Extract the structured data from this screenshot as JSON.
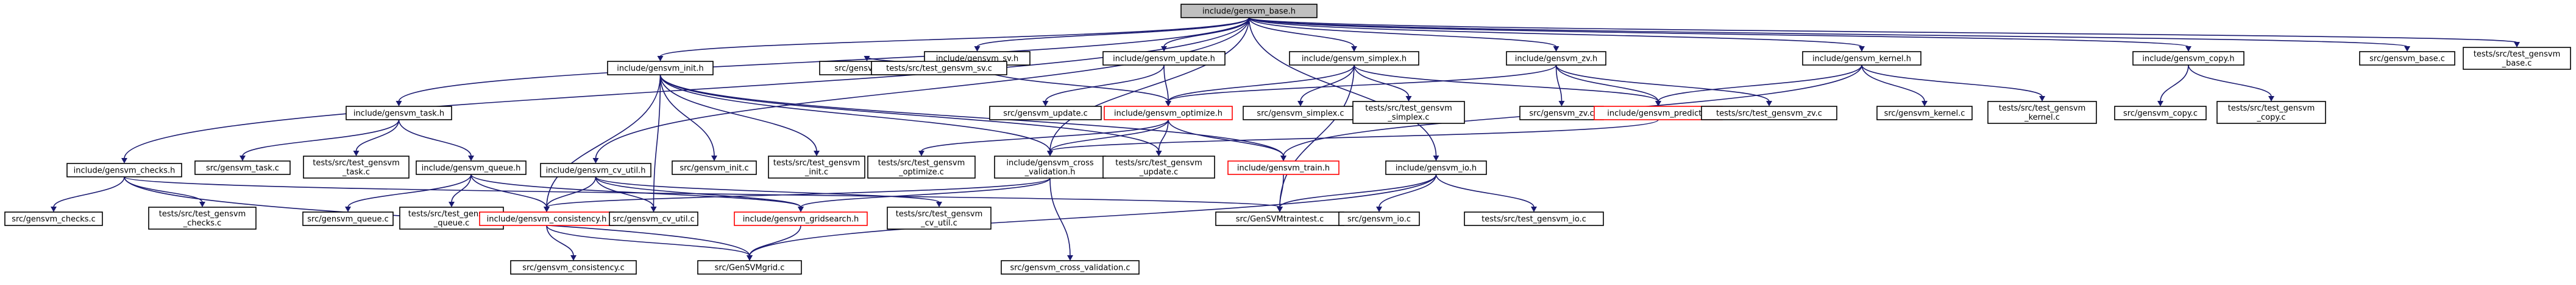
{
  "graph": {
    "edge_color": "#191970",
    "root_fill": "#bfbfbf",
    "highlight_border": "#ff0000",
    "nodes": [
      {
        "id": "base_h",
        "lines": [
          "include/gensvm_base.h"
        ],
        "style": "root"
      },
      {
        "id": "checks_h",
        "lines": [
          "include/gensvm_checks.h"
        ]
      },
      {
        "id": "cv_util_h",
        "lines": [
          "include/gensvm_cv_util.h"
        ]
      },
      {
        "id": "init_h",
        "lines": [
          "include/gensvm_init.h"
        ]
      },
      {
        "id": "task_h",
        "lines": [
          "include/gensvm_task.h"
        ]
      },
      {
        "id": "sv_h",
        "lines": [
          "include/gensvm_sv.h"
        ]
      },
      {
        "id": "update_h",
        "lines": [
          "include/gensvm_update.h"
        ]
      },
      {
        "id": "simplex_h",
        "lines": [
          "include/gensvm_simplex.h"
        ]
      },
      {
        "id": "zv_h",
        "lines": [
          "include/gensvm_zv.h"
        ]
      },
      {
        "id": "kernel_h",
        "lines": [
          "include/gensvm_kernel.h"
        ]
      },
      {
        "id": "copy_h",
        "lines": [
          "include/gensvm_copy.h"
        ]
      },
      {
        "id": "base_c",
        "lines": [
          "src/gensvm_base.c"
        ]
      },
      {
        "id": "test_base_c",
        "lines": [
          "tests/src/test_gensvm",
          "_base.c"
        ]
      },
      {
        "id": "queue_h",
        "lines": [
          "include/gensvm_queue.h"
        ]
      },
      {
        "id": "task_c",
        "lines": [
          "src/gensvm_task.c"
        ]
      },
      {
        "id": "test_task_c",
        "lines": [
          "tests/src/test_gensvm",
          "_task.c"
        ]
      },
      {
        "id": "init_c",
        "lines": [
          "src/gensvm_init.c"
        ]
      },
      {
        "id": "test_init_c",
        "lines": [
          "tests/src/test_gensvm",
          "_init.c"
        ]
      },
      {
        "id": "sv_c",
        "lines": [
          "src/gensvm_sv.c"
        ]
      },
      {
        "id": "test_sv_c",
        "lines": [
          "tests/src/test_gensvm_sv.c"
        ]
      },
      {
        "id": "update_c",
        "lines": [
          "src/gensvm_update.c"
        ]
      },
      {
        "id": "optimize_h",
        "lines": [
          "include/gensvm_optimize.h"
        ],
        "style": "red"
      },
      {
        "id": "simplex_c",
        "lines": [
          "src/gensvm_simplex.c"
        ]
      },
      {
        "id": "test_simplex_c",
        "lines": [
          "tests/src/test_gensvm",
          "_simplex.c"
        ]
      },
      {
        "id": "zv_c",
        "lines": [
          "src/gensvm_zv.c"
        ]
      },
      {
        "id": "predict_h",
        "lines": [
          "include/gensvm_predict.h"
        ],
        "style": "red"
      },
      {
        "id": "test_zv_c",
        "lines": [
          "tests/src/test_gensvm_zv.c"
        ]
      },
      {
        "id": "kernel_c",
        "lines": [
          "src/gensvm_kernel.c"
        ]
      },
      {
        "id": "test_kernel_c",
        "lines": [
          "tests/src/test_gensvm",
          "_kernel.c"
        ]
      },
      {
        "id": "copy_c",
        "lines": [
          "src/gensvm_copy.c"
        ]
      },
      {
        "id": "test_copy_c",
        "lines": [
          "tests/src/test_gensvm",
          "_copy.c"
        ]
      },
      {
        "id": "checks_c",
        "lines": [
          "src/gensvm_checks.c"
        ]
      },
      {
        "id": "test_checks_c",
        "lines": [
          "tests/src/test_gensvm",
          "_checks.c"
        ]
      },
      {
        "id": "queue_c",
        "lines": [
          "src/gensvm_queue.c"
        ]
      },
      {
        "id": "test_queue_c",
        "lines": [
          "tests/src/test_gensvm",
          "_queue.c"
        ]
      },
      {
        "id": "test_optimize_c",
        "lines": [
          "tests/src/test_gensvm",
          "_optimize.c"
        ]
      },
      {
        "id": "cross_validation_h",
        "lines": [
          "include/gensvm_cross",
          "_validation.h"
        ]
      },
      {
        "id": "test_update_c",
        "lines": [
          "tests/src/test_gensvm",
          "_update.c"
        ]
      },
      {
        "id": "train_h",
        "lines": [
          "include/gensvm_train.h"
        ],
        "style": "red"
      },
      {
        "id": "io_h",
        "lines": [
          "include/gensvm_io.h"
        ]
      },
      {
        "id": "consistency_h",
        "lines": [
          "include/gensvm_consistency.h"
        ],
        "style": "red"
      },
      {
        "id": "cv_util_c",
        "lines": [
          "src/gensvm_cv_util.c"
        ]
      },
      {
        "id": "gridsearch_h",
        "lines": [
          "include/gensvm_gridsearch.h"
        ],
        "style": "red"
      },
      {
        "id": "test_cv_util_c",
        "lines": [
          "tests/src/test_gensvm",
          "_cv_util.c"
        ]
      },
      {
        "id": "cross_validation_c",
        "lines": [
          "src/gensvm_cross_validation.c"
        ]
      },
      {
        "id": "traintest_c",
        "lines": [
          "src/GenSVMtraintest.c"
        ]
      },
      {
        "id": "io_c",
        "lines": [
          "src/gensvm_io.c"
        ]
      },
      {
        "id": "test_io_c",
        "lines": [
          "tests/src/test_gensvm_io.c"
        ]
      },
      {
        "id": "consistency_c",
        "lines": [
          "src/gensvm_consistency.c"
        ]
      },
      {
        "id": "grid_c",
        "lines": [
          "src/GenSVMgrid.c"
        ]
      }
    ],
    "edges": [
      [
        "base_h",
        "checks_h"
      ],
      [
        "base_h",
        "cv_util_h"
      ],
      [
        "base_h",
        "init_h"
      ],
      [
        "base_h",
        "task_h"
      ],
      [
        "base_h",
        "sv_h"
      ],
      [
        "base_h",
        "update_h"
      ],
      [
        "base_h",
        "simplex_h"
      ],
      [
        "base_h",
        "zv_h"
      ],
      [
        "base_h",
        "kernel_h"
      ],
      [
        "base_h",
        "copy_h"
      ],
      [
        "base_h",
        "base_c"
      ],
      [
        "base_h",
        "test_base_c"
      ],
      [
        "base_h",
        "io_h"
      ],
      [
        "base_h",
        "cross_validation_h"
      ],
      [
        "checks_h",
        "checks_c"
      ],
      [
        "checks_h",
        "test_checks_c"
      ],
      [
        "checks_h",
        "grid_c"
      ],
      [
        "checks_h",
        "traintest_c"
      ],
      [
        "task_h",
        "task_c"
      ],
      [
        "task_h",
        "test_task_c"
      ],
      [
        "task_h",
        "queue_h"
      ],
      [
        "queue_h",
        "queue_c"
      ],
      [
        "queue_h",
        "test_queue_c"
      ],
      [
        "queue_h",
        "consistency_h"
      ],
      [
        "queue_h",
        "gridsearch_h"
      ],
      [
        "init_h",
        "init_c"
      ],
      [
        "init_h",
        "test_init_c"
      ],
      [
        "init_h",
        "cross_validation_h"
      ],
      [
        "init_h",
        "test_update_c"
      ],
      [
        "init_h",
        "train_h"
      ],
      [
        "init_h",
        "consistency_h"
      ],
      [
        "init_h",
        "cv_util_c"
      ],
      [
        "cv_util_h",
        "consistency_h"
      ],
      [
        "cv_util_h",
        "cv_util_c"
      ],
      [
        "cv_util_h",
        "gridsearch_h"
      ],
      [
        "cv_util_h",
        "test_cv_util_c"
      ],
      [
        "sv_h",
        "sv_c"
      ],
      [
        "sv_h",
        "test_sv_c"
      ],
      [
        "sv_h",
        "optimize_h"
      ],
      [
        "update_h",
        "update_c"
      ],
      [
        "update_h",
        "optimize_h"
      ],
      [
        "simplex_h",
        "optimize_h"
      ],
      [
        "simplex_h",
        "simplex_c"
      ],
      [
        "simplex_h",
        "test_simplex_c"
      ],
      [
        "simplex_h",
        "predict_h"
      ],
      [
        "simplex_h",
        "traintest_c"
      ],
      [
        "zv_h",
        "zv_c"
      ],
      [
        "zv_h",
        "predict_h"
      ],
      [
        "zv_h",
        "test_zv_c"
      ],
      [
        "zv_h",
        "optimize_h"
      ],
      [
        "kernel_h",
        "predict_h"
      ],
      [
        "kernel_h",
        "kernel_c"
      ],
      [
        "kernel_h",
        "test_kernel_c"
      ],
      [
        "kernel_h",
        "train_h"
      ],
      [
        "copy_h",
        "copy_c"
      ],
      [
        "copy_h",
        "test_copy_c"
      ],
      [
        "optimize_h",
        "test_optimize_c"
      ],
      [
        "optimize_h",
        "cross_validation_h"
      ],
      [
        "optimize_h",
        "test_update_c"
      ],
      [
        "optimize_h",
        "train_h"
      ],
      [
        "predict_h",
        "cross_validation_h"
      ],
      [
        "cross_validation_h",
        "cross_validation_c"
      ],
      [
        "cross_validation_h",
        "consistency_h"
      ],
      [
        "cross_validation_h",
        "gridsearch_h"
      ],
      [
        "train_h",
        "traintest_c"
      ],
      [
        "io_h",
        "traintest_c"
      ],
      [
        "io_h",
        "io_c"
      ],
      [
        "io_h",
        "test_io_c"
      ],
      [
        "io_h",
        "grid_c"
      ],
      [
        "consistency_h",
        "consistency_c"
      ],
      [
        "consistency_h",
        "grid_c"
      ],
      [
        "gridsearch_h",
        "grid_c"
      ]
    ]
  }
}
